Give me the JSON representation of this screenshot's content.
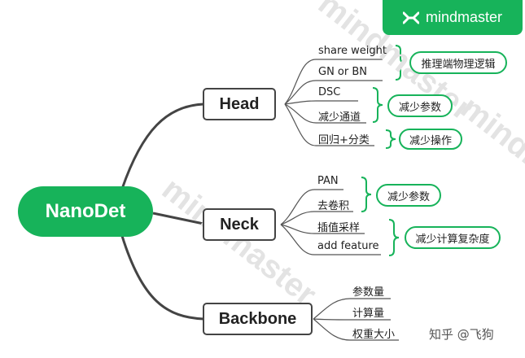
{
  "brand": {
    "name": "mindmaster",
    "logo_icon": "mindmaster-logo-icon"
  },
  "watermark": "mindmaster",
  "footer_credit": "知乎 @飞狗",
  "colors": {
    "accent": "#17b35a",
    "connector": "#444444",
    "leaf_line": "#555555"
  },
  "root": {
    "label": "NanoDet"
  },
  "head": {
    "label": "Head",
    "items": [
      "share weight",
      "GN or BN",
      "DSC",
      "减少通道",
      "回归+分类"
    ],
    "tags": [
      "推理端物理逻辑",
      "减少参数",
      "减少操作"
    ]
  },
  "neck": {
    "label": "Neck",
    "items": [
      "PAN",
      "去卷积",
      "插值采样",
      "add feature"
    ],
    "tags": [
      "减少参数",
      "减少计算复杂度"
    ]
  },
  "backbone": {
    "label": "Backbone",
    "items": [
      "参数量",
      "计算量",
      "权重大小"
    ]
  }
}
